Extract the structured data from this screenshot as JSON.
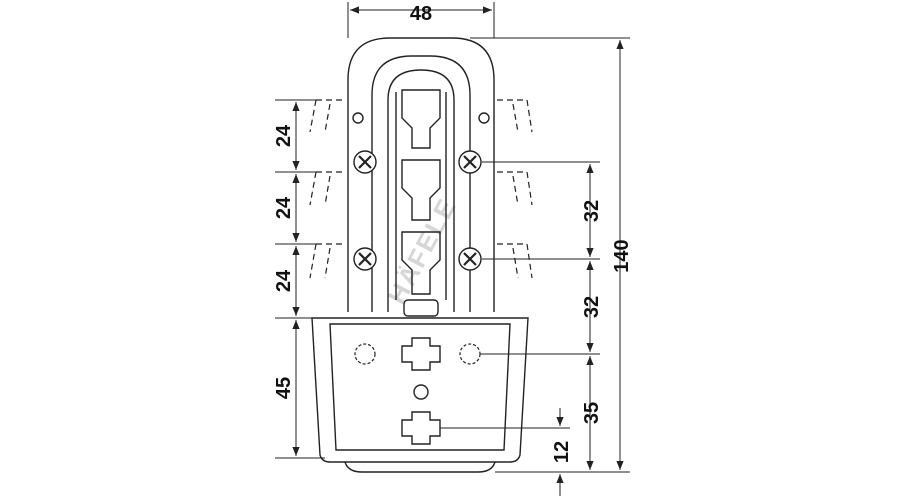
{
  "watermark": "HÄFELE",
  "dimensions": {
    "width_top": "48",
    "pitch_1": "24",
    "pitch_2": "24",
    "pitch_3": "24",
    "base_height": "45",
    "hole_spacing_upper": "32",
    "hole_spacing_lower": "32",
    "total_height": "140",
    "bottom_to_screw": "35",
    "bottom_offset": "12"
  },
  "colors": {
    "line": "#222222",
    "watermark": "#d6d6d6"
  }
}
